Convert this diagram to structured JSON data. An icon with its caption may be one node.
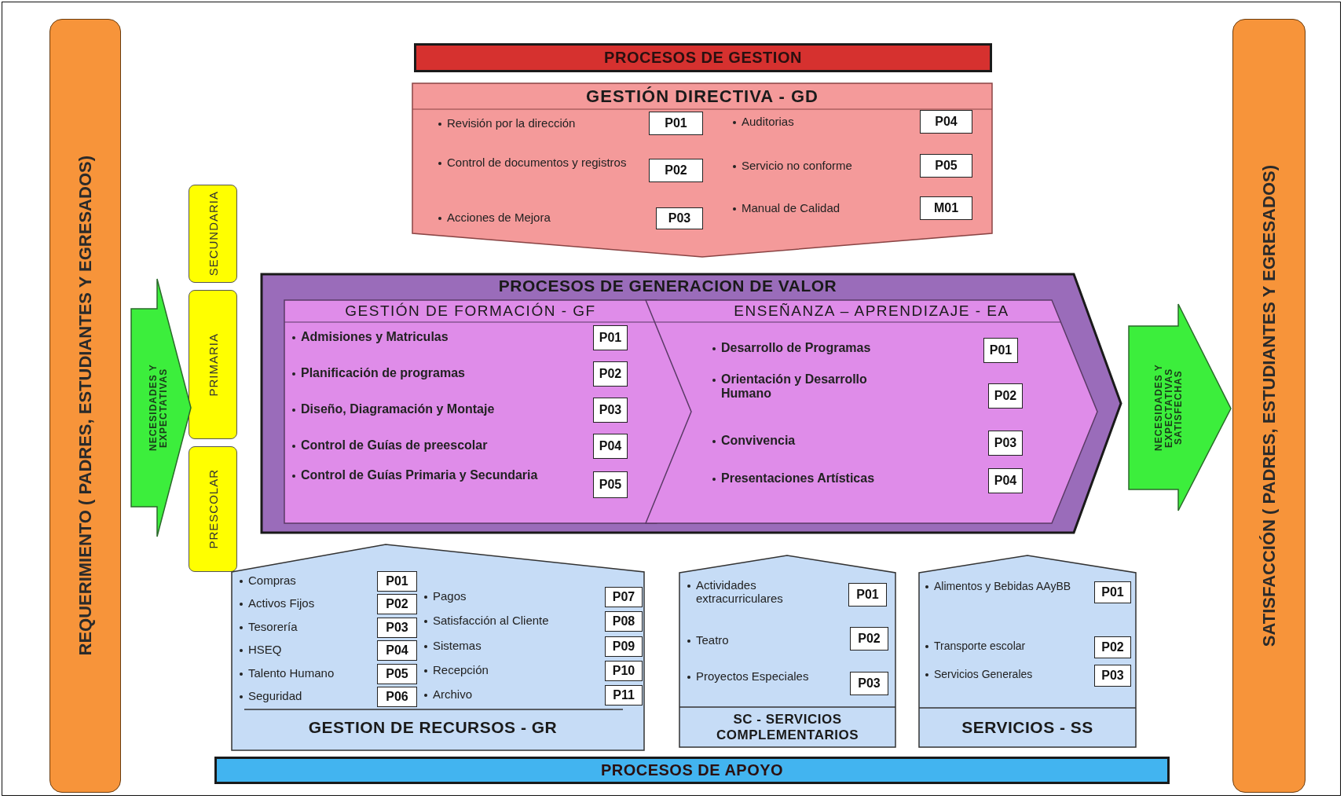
{
  "diagram": {
    "nodes": [
      {
        "text": [
          "REQUERIMIENTO ( PADRES, ESTUDIANTES Y EGRESADOS)"
        ]
      },
      {
        "text": [
          "PROCESOS DE GESTION"
        ]
      },
      {
        "text": [
          "GESTIÓN DIRECTIVA - GD"
        ]
      },
      {
        "text": [
          "P01"
        ],
        "in": 2
      },
      {
        "text": [
          "P02"
        ],
        "in": 2
      },
      {
        "text": [
          "P03"
        ],
        "in": 2
      },
      {
        "text": [
          "P04"
        ],
        "in": 2
      },
      {
        "text": [
          "P05"
        ],
        "in": 2
      },
      {
        "text": [
          "M01"
        ],
        "in": 2
      },
      {
        "text": [
          "SECUNDARIA"
        ]
      },
      {
        "text": [
          "PRIMARIA"
        ]
      },
      {
        "text": [
          "PRESCOLAR"
        ]
      },
      {
        "text": [
          "NECESIDADES Y EXPECTATIVAS"
        ]
      },
      {
        "text": [
          "PROCESOS DE GENERACION DE VALOR"
        ]
      },
      {
        "text": [
          "GESTIÓN DE FORMACIÓN - GF"
        ],
        "in": 13
      },
      {
        "text": [
          "P01"
        ],
        "in": 14
      },
      {
        "text": [
          "P02"
        ],
        "in": 14
      },
      {
        "text": [
          "P03"
        ],
        "in": 14
      },
      {
        "text": [
          "P04"
        ],
        "in": 14
      },
      {
        "text": [
          "P05"
        ],
        "in": 14
      },
      {
        "text": [
          "ENSEÑANZA – APRENDIZAJE - EA"
        ],
        "in": 13
      },
      {
        "text": [
          "P01"
        ],
        "in": 20
      },
      {
        "text": [
          "P02"
        ],
        "in": 20
      },
      {
        "text": [
          "P03"
        ],
        "in": 20
      },
      {
        "text": [
          "P04"
        ],
        "in": 20
      },
      {
        "text": [
          "NECESIDADES Y EXPECTATIVAS SATISFECHAS"
        ]
      },
      {
        "text": [
          "GESTION DE RECURSOS - GR"
        ]
      },
      {
        "text": [
          "P01"
        ],
        "in": 26
      },
      {
        "text": [
          "P02"
        ],
        "in": 26
      },
      {
        "text": [
          "P03"
        ],
        "in": 26
      },
      {
        "text": [
          "P04"
        ],
        "in": 26
      },
      {
        "text": [
          "P05"
        ],
        "in": 26
      },
      {
        "text": [
          "P06"
        ],
        "in": 26
      },
      {
        "text": [
          "P07"
        ],
        "in": 26
      },
      {
        "text": [
          "P08"
        ],
        "in": 26
      },
      {
        "text": [
          "P09"
        ],
        "in": 26
      },
      {
        "text": [
          "P10"
        ],
        "in": 26
      },
      {
        "text": [
          "P11"
        ],
        "in": 26
      },
      {
        "text": [
          "SC - SERVICIOS COMPLEMENTARIOS"
        ]
      },
      {
        "text": [
          "P01"
        ],
        "in": 38
      },
      {
        "text": [
          "P02"
        ],
        "in": 38
      },
      {
        "text": [
          "P03"
        ],
        "in": 38
      },
      {
        "text": [
          "SERVICIOS - SS"
        ]
      },
      {
        "text": [
          "P01"
        ],
        "in": 42
      },
      {
        "text": [
          "P02"
        ],
        "in": 42
      },
      {
        "text": [
          "P03"
        ],
        "in": 42
      },
      {
        "text": [
          "PROCESOS DE APOYO"
        ]
      },
      {
        "text": [
          "SATISFACCIÓN ( PADRES, ESTUDIANTES Y EGRESADOS)"
        ]
      }
    ],
    "labels": [
      "Revisión por la dirección",
      "Auditorias",
      "Control de documentos y registros",
      "Servicio no conforme",
      "Acciones de Mejora",
      "Manual de Calidad",
      "Admisiones y Matriculas",
      "Planificación de programas",
      "Diseño, Diagramación y Montaje",
      "Control de Guías de preescolar",
      "Control de Guías Primaria y Secundaria",
      "Desarrollo de Programas",
      "Orientación y Desarrollo Humano",
      "Convivencia",
      "Presentaciones Artísticas",
      "Compras",
      "Activos Fijos",
      "Tesorería",
      "HSEQ",
      "Talento Humano",
      "Seguridad",
      "Pagos",
      "Satisfacción al Cliente",
      "Sistemas",
      "Recepción",
      "Archivo",
      "Actividades extracurriculares",
      "Teatro",
      "Proyectos Especiales",
      "Alimentos y Bebidas AAyBB",
      "Transporte escolar",
      "Servicios Generales"
    ]
  }
}
